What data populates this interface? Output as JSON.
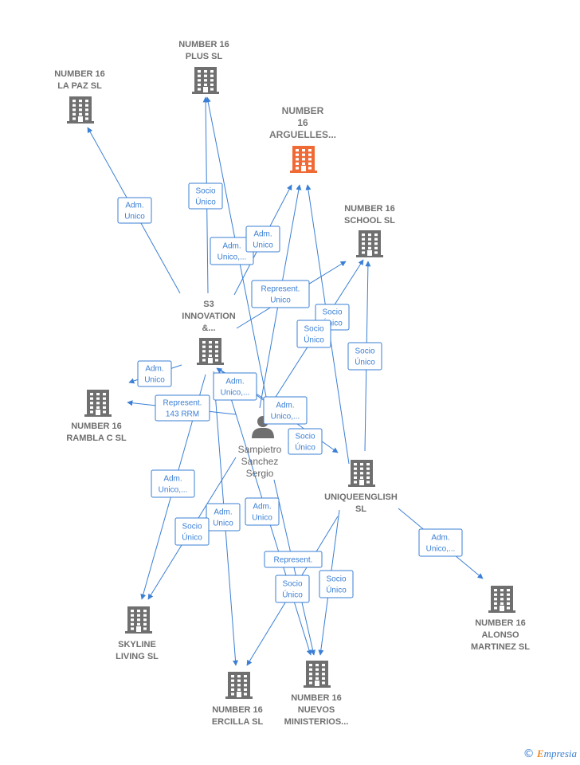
{
  "colors": {
    "edge": "#3a7fd5",
    "building": "#6f6f6f",
    "focus_building": "#f06a35",
    "person": "#6f6f6f"
  },
  "nodes": [
    {
      "id": "paz",
      "kind": "company",
      "lines": [
        "NUMBER 16",
        "LA PAZ  SL"
      ]
    },
    {
      "id": "plus",
      "kind": "company",
      "lines": [
        "NUMBER 16",
        "PLUS  SL"
      ]
    },
    {
      "id": "arguelles",
      "kind": "company-focus",
      "lines": [
        "NUMBER",
        "16",
        "ARGUELLES..."
      ]
    },
    {
      "id": "school",
      "kind": "company",
      "lines": [
        "NUMBER 16",
        "SCHOOL  SL"
      ]
    },
    {
      "id": "s3",
      "kind": "company",
      "lines": [
        "S3",
        "INNOVATION",
        "&..."
      ]
    },
    {
      "id": "rambla",
      "kind": "company",
      "lines": [
        "NUMBER 16",
        "RAMBLA C  SL"
      ]
    },
    {
      "id": "sampietro",
      "kind": "person",
      "lines": [
        "Sampietro",
        "Sanchez",
        "Sergio"
      ]
    },
    {
      "id": "uniqueenglish",
      "kind": "company",
      "lines": [
        "UNIQUEENGLISH",
        "SL"
      ]
    },
    {
      "id": "skyline",
      "kind": "company",
      "lines": [
        "SKYLINE",
        "LIVING  SL"
      ]
    },
    {
      "id": "alonso",
      "kind": "company",
      "lines": [
        "NUMBER 16",
        "ALONSO",
        "MARTINEZ  SL"
      ]
    },
    {
      "id": "ercilla",
      "kind": "company",
      "lines": [
        "NUMBER 16",
        "ERCILLA  SL"
      ]
    },
    {
      "id": "nuevos",
      "kind": "company",
      "lines": [
        "NUMBER 16",
        "NUEVOS",
        "MINISTERIOS..."
      ]
    }
  ],
  "edge_labels": [
    {
      "id": "e1",
      "lines": [
        "Adm.",
        "Unico"
      ]
    },
    {
      "id": "e2",
      "lines": [
        "Socio",
        "Único"
      ]
    },
    {
      "id": "e3",
      "lines": [
        "Adm.",
        "Unico,..."
      ]
    },
    {
      "id": "e4",
      "lines": [
        "Adm.",
        "Unico"
      ]
    },
    {
      "id": "e5",
      "lines": [
        "Represent.",
        "Unico"
      ]
    },
    {
      "id": "e6",
      "lines": [
        "Socio",
        "Único"
      ]
    },
    {
      "id": "e7",
      "lines": [
        "Socio",
        "Único"
      ]
    },
    {
      "id": "e8",
      "lines": [
        "Socio",
        "Único"
      ]
    },
    {
      "id": "e9",
      "lines": [
        "Adm.",
        "Unico"
      ]
    },
    {
      "id": "e10",
      "lines": [
        "Adm.",
        "Unico,..."
      ]
    },
    {
      "id": "e11",
      "lines": [
        "Represent.",
        "143 RRM"
      ]
    },
    {
      "id": "e12",
      "lines": [
        "Adm.",
        "Unico,..."
      ]
    },
    {
      "id": "e13",
      "lines": [
        "Socio",
        "Único"
      ]
    },
    {
      "id": "e14",
      "lines": [
        "Adm.",
        "Unico,..."
      ]
    },
    {
      "id": "e15",
      "lines": [
        "Adm.",
        "Unico"
      ]
    },
    {
      "id": "e16",
      "lines": [
        "Socio",
        "Único"
      ]
    },
    {
      "id": "e17",
      "lines": [
        "Adm.",
        "Unico"
      ]
    },
    {
      "id": "e18",
      "lines": [
        "Adm.",
        "Unico,..."
      ]
    },
    {
      "id": "e19",
      "lines": [
        "Represent."
      ]
    },
    {
      "id": "e20",
      "lines": [
        "Socio",
        "Único"
      ]
    },
    {
      "id": "e21",
      "lines": [
        "Socio",
        "Único"
      ]
    }
  ],
  "brand": {
    "symbol": "©",
    "first": "E",
    "rest": "mpresia"
  }
}
